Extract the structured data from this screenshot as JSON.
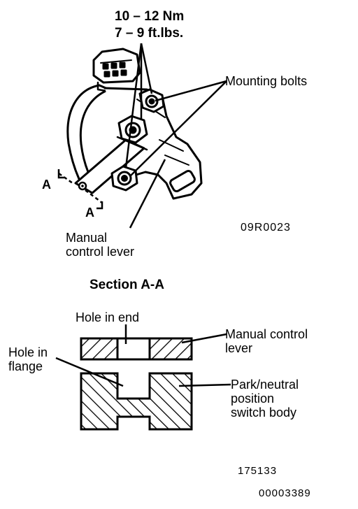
{
  "torque": {
    "metric": "10 – 12 Nm",
    "imperial": "7 – 9 ft.lbs."
  },
  "labels": {
    "mounting_bolts": "Mounting bolts",
    "section_mark_a1": "A",
    "section_mark_a2": "A",
    "manual_control_lever_line1": "Manual",
    "manual_control_lever_line2": "control lever",
    "figure_code": "09R0023",
    "section_title": "Section A-A",
    "hole_in_end": "Hole in end",
    "manual_control_lever_b_line1": "Manual control",
    "manual_control_lever_b_line2": "lever",
    "hole_in_flange_line1": "Hole in",
    "hole_in_flange_line2": "flange",
    "pn_switch_line1": "Park/neutral",
    "pn_switch_line2": "position",
    "pn_switch_line3": "switch body",
    "ref_number": "175133",
    "doc_number": "00003389"
  }
}
